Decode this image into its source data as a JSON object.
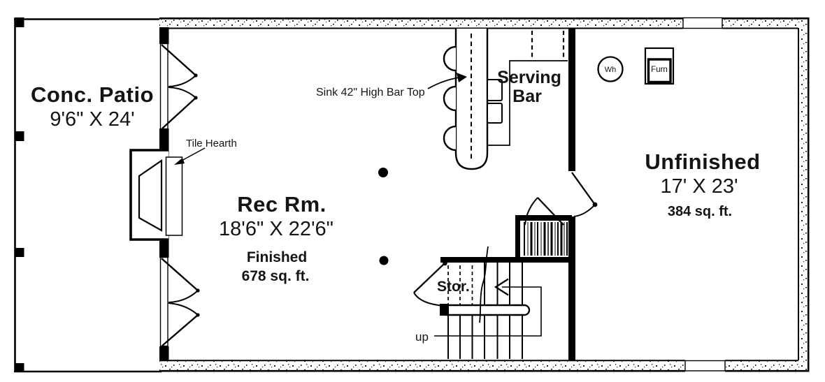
{
  "plan": {
    "colors": {
      "line": "#000000",
      "background": "#ffffff"
    },
    "rooms": {
      "patio": {
        "name": "Conc. Patio",
        "dims": "9'6\" X 24'"
      },
      "rec_room": {
        "name": "Rec Rm.",
        "dims": "18'6\" X 22'6\"",
        "status": "Finished",
        "area": "678 sq. ft."
      },
      "unfinished": {
        "name": "Unfinished",
        "dims": "17' X 23'",
        "area": "384 sq. ft."
      },
      "storage": {
        "name": "Stor."
      }
    },
    "labels": {
      "tile_hearth": "Tile Hearth",
      "sink": "Sink 42\" High Bar Top",
      "serving_bar_line1": "Serving",
      "serving_bar_line2": "Bar",
      "water_heater": "Wh",
      "furnace": "Furn",
      "stairs_up": "up"
    }
  }
}
